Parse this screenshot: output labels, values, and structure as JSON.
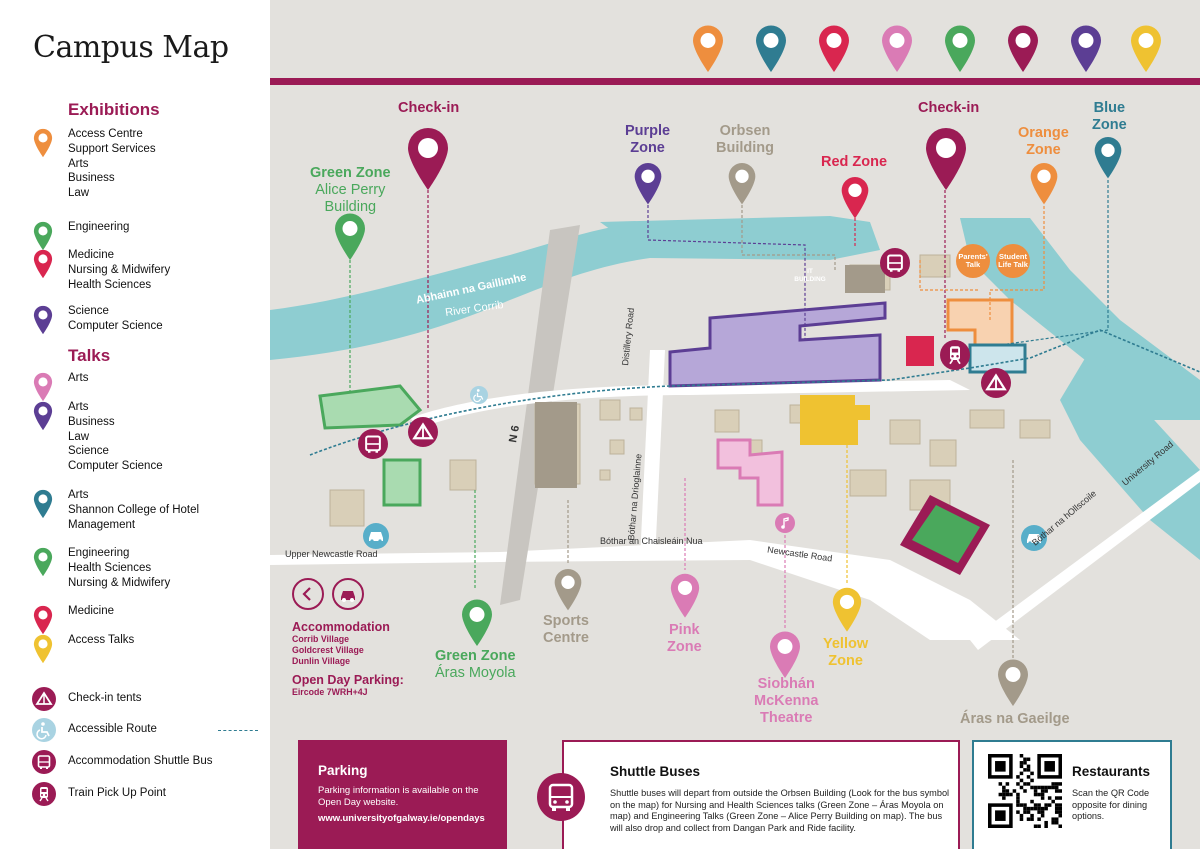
{
  "page_title": "Campus Map",
  "colors": {
    "maroon": "#9b1b55",
    "orange": "#ee8e3e",
    "blue": "#2f7c91",
    "red": "#d9264f",
    "pink": "#da7bb5",
    "green": "#4aa85c",
    "purple": "#5c3e94",
    "yellow": "#efc231",
    "sand": "#a39a8a",
    "river": "#8ecdd1"
  },
  "legend": {
    "exhibitions_title": "Exhibitions",
    "exhibitions": [
      {
        "icon": "orange-pin-icon",
        "lines": [
          "Access Centre",
          "Support Services",
          "Arts",
          "Business",
          "Law"
        ]
      },
      {
        "icon": "green-pin-icon",
        "lines": [
          "Engineering"
        ]
      },
      {
        "icon": "red-pin-icon",
        "lines": [
          "Medicine",
          "Nursing & Midwifery",
          "Health Sciences"
        ]
      },
      {
        "icon": "purple-pin-icon",
        "lines": [
          "Science",
          "Computer Science"
        ]
      }
    ],
    "talks_title": "Talks",
    "talks": [
      {
        "icon": "pink-pin-icon",
        "lines": [
          "Arts"
        ]
      },
      {
        "icon": "purple-pin-icon",
        "lines": [
          "Arts",
          "Business",
          "Law",
          "Science",
          "Computer Science"
        ]
      },
      {
        "icon": "blue-pin-icon",
        "lines": [
          "Arts",
          "Shannon College of Hotel",
          "Management"
        ]
      },
      {
        "icon": "green-pin-icon",
        "lines": [
          "Engineering",
          "Health Sciences",
          "Nursing & Midwifery"
        ]
      },
      {
        "icon": "red-pin-icon",
        "lines": [
          "Medicine"
        ]
      },
      {
        "icon": "yellow-pin-icon",
        "lines": [
          "Access Talks"
        ]
      }
    ],
    "symbols": [
      {
        "icon": "check-in-tent-icon",
        "label": "Check-in tents"
      },
      {
        "icon": "accessible-icon",
        "label": "Accessible Route"
      },
      {
        "icon": "bus-icon",
        "label": "Accommodation Shuttle Bus"
      },
      {
        "icon": "train-icon",
        "label": "Train Pick Up Point"
      }
    ]
  },
  "map": {
    "labels": {
      "check_in_left": "Check-in",
      "check_in_right": "Check-in",
      "green_zone_apb": [
        "Green Zone",
        "Alice Perry",
        "Building"
      ],
      "purple_zone": [
        "Purple",
        "Zone"
      ],
      "orbsen": [
        "Orbsen",
        "Building"
      ],
      "red_zone": "Red Zone",
      "orange_zone": [
        "Orange",
        "Zone"
      ],
      "blue_zone": [
        "Blue",
        "Zone"
      ],
      "sports_centre": [
        "Sports",
        "Centre"
      ],
      "pink_zone": [
        "Pink",
        "Zone"
      ],
      "siobhan": [
        "Siobhán",
        "McKenna",
        "Theatre"
      ],
      "yellow_zone": [
        "Yellow",
        "Zone"
      ],
      "green_zone_aras": [
        "Green Zone",
        "Áras Moyola"
      ],
      "aras_gaeilge": "Áras na Gaeilge",
      "parents_talk": [
        "Parents'",
        "Talk"
      ],
      "student_life_talk": [
        "Student",
        "Life Talk"
      ],
      "it_building": [
        "IT",
        "BUILDING"
      ]
    },
    "roads": {
      "river_irish": "Abhainn na Gaillimhe",
      "river_english": "River Corrib",
      "n6": "N 6",
      "distillery": "Distillery Road",
      "bothar_drieglainne": "Bóthar na Drioglainne",
      "upper_newcastle": "Upper Newcastle Road",
      "bothar_chaisleain": "Bóthar an Chaisleáin Nua",
      "newcastle": "Newcastle Road",
      "bothar_hollscoile": "Bóthar na hOllscoile",
      "university_road": "University Road"
    },
    "accommodation": {
      "title": "Accommodation",
      "villages": [
        "Corrib Village",
        "Goldcrest Village",
        "Dunlin Village"
      ],
      "parking_title": "Open Day Parking:",
      "eircode": "Eircode 7WRH+4J"
    },
    "top_pins": [
      "orange",
      "blue",
      "red",
      "pink",
      "green",
      "maroon",
      "purple",
      "yellow"
    ]
  },
  "parking": {
    "title": "Parking",
    "body": "Parking information is available on the Open Day website.",
    "url": "www.universityofgalway.ie/opendays"
  },
  "shuttle": {
    "title": "Shuttle Buses",
    "body": "Shuttle buses will depart from outside the Orbsen Building (Look for the bus symbol on the map) for Nursing and Health Sciences talks (Green Zone – Áras Moyola on map) and Engineering Talks (Green Zone – Alice Perry Building on map). The bus will also drop and collect from Dangan Park and Ride facility."
  },
  "restaurants": {
    "title": "Restaurants",
    "body": "Scan the QR Code opposite for dining options."
  }
}
